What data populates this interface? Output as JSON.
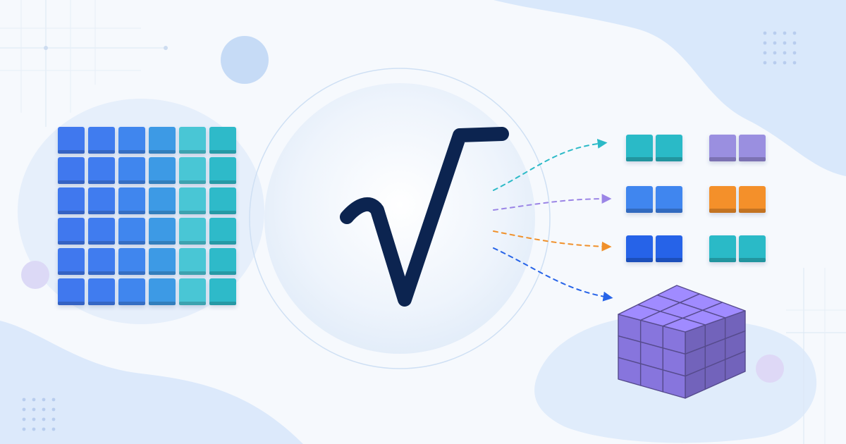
{
  "scene": {
    "background": "#f6f9fd",
    "blob_color": "#d6e6fa",
    "symbol": "√",
    "symbol_color": "#0c2450",
    "matrix": {
      "rows": 6,
      "cols": 6,
      "column_colors": [
        "#3f78ee",
        "#3f7cef",
        "#4186ee",
        "#3d9ae5",
        "#49c6d5",
        "#2fbac9"
      ]
    },
    "pairs": [
      {
        "color": "#2cbac7",
        "arrow_color": "#2cbac7"
      },
      {
        "color": "#9a8fe0"
      },
      {
        "color": "#3f86ef",
        "arrow_color": "#9b85e6"
      },
      {
        "color": "#f4902a"
      },
      {
        "color": "#2764e8",
        "arrow_color": "#f0902a"
      },
      {
        "color": "#2cbac7"
      }
    ],
    "cube": {
      "size": 3,
      "color": "#8b79e4",
      "arrow_color": "#2764e8"
    },
    "decorations": [
      "blue-circle-icon",
      "lavender-circle-icon",
      "dot-grid-icon",
      "grid-lines-icon"
    ]
  }
}
